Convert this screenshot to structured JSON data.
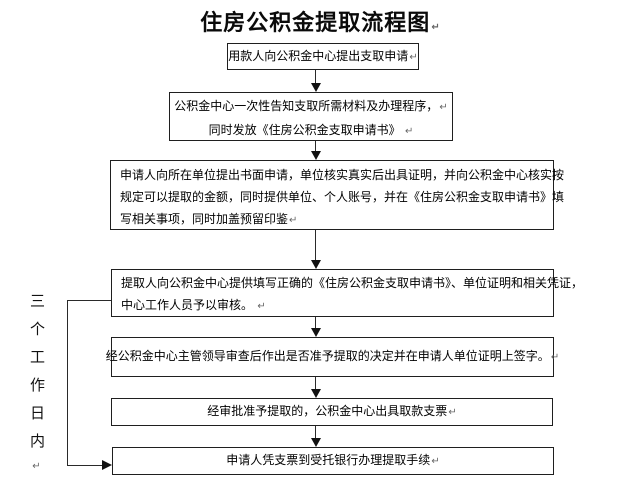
{
  "title": "住房公积金提取流程图",
  "paragraph_mark": "↵",
  "side_annotation": "三个工作日内",
  "colors": {
    "background": "#ffffff",
    "box_border": "#1f1f1f",
    "connector": "#2a2a2a",
    "text": "#000000"
  },
  "flow_steps": [
    {
      "lines": [
        "用款人向公积金中心提出支取申请"
      ]
    },
    {
      "lines": [
        "公积金中心一次性告知支取所需材料及办理程序，",
        "同时发放《住房公积金支取申请书》"
      ]
    },
    {
      "lines": [
        "申请人向所在单位提出书面申请，单位核实真实后出具证明，并向公积金中心核实按",
        "规定可以提取的金额，同时提供单位、个人账号，并在《住房公积金支取申请书》填",
        "写相关事项，同时加盖预留印鉴"
      ]
    },
    {
      "lines": [
        "提取人向公积金中心提供填写正确的《住房公积金支取申请书》、单位证明和相关凭证，",
        "中心工作人员予以审核。"
      ]
    },
    {
      "lines": [
        "经公积金中心主管领导审查后作出是否准予提取的决定并在申请人单位证明上签字。"
      ]
    },
    {
      "lines": [
        "经审批准予提取的，公积金中心出具取款支票"
      ]
    },
    {
      "lines": [
        "申请人凭支票到受托银行办理提取手续"
      ]
    }
  ],
  "connections": [
    {
      "from": "step-1",
      "to": "step-2"
    },
    {
      "from": "step-2",
      "to": "step-3"
    },
    {
      "from": "step-3",
      "to": "step-4"
    },
    {
      "from": "step-4",
      "to": "step-5"
    },
    {
      "from": "step-5",
      "to": "step-6"
    },
    {
      "from": "step-6",
      "to": "step-7"
    },
    {
      "from": "step-4",
      "to": "step-7",
      "type": "side-bracket",
      "label": "三个工作日内"
    }
  ]
}
